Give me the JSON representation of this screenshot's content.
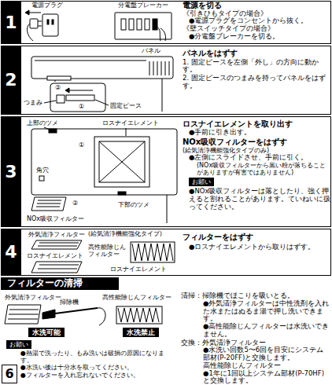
{
  "diagram": {
    "nodes": [
      {
        "text": [
          "1"
        ]
      },
      {
        "text": [
          "2"
        ]
      },
      {
        "text": [
          "3"
        ]
      },
      {
        "text": [
          "4"
        ]
      },
      {
        "text": [
          "お願い"
        ]
      },
      {
        "text": [
          "フィルターの清掃"
        ]
      },
      {
        "text": [
          "水洗可能"
        ]
      },
      {
        "text": [
          "水洗禁止"
        ]
      },
      {
        "text": [
          "お願い"
        ]
      },
      {
        "text": [
          "6"
        ]
      }
    ],
    "labels": [
      "電源プラグ",
      "分電盤ブレーカー",
      "電源を切る",
      "《引きひもタイプの場合》",
      "●電源プラグをコンセントから抜く。",
      "《壁スイッチタイプの場合》",
      "●分電盤ブレーカーを切る。",
      "パネル",
      "②",
      "①",
      "つまみ",
      "固定ピース",
      "パネルをはずす",
      "1. 固定ピースを左側「外し」の方向に動かす。",
      "2. 固定ピースのつまみを持ってパネルをはずす。",
      "上部のツメ",
      "ロスナイエレメント",
      "①",
      "角穴",
      "②",
      "下部のツメ",
      "NOx吸収フィルター",
      "ロスナイエレメントを取り出す",
      "●手前に引き出す。",
      "NOx吸収フィルターをはずす",
      "(給気清浄機能強化タイプのみ)",
      "●左側にスライドさせ、手前に引く。",
      "(NOx吸収フィルターから黒い粉が落ちることがありますが有害ではありません)",
      "●NOx吸収フィルターは落としたり、強く押えると割れることがあります。ていねいに扱ってください。",
      "外気清浄フィルター",
      "(給気清浄機能強化タイプ)",
      "ロスナイエレメント",
      "高性能除じんフィルター",
      "ロスナイエレメント",
      "フィルターをはずす",
      "●ロスナイエレメントから取りはずす。",
      "外気清浄フィルター",
      "掃除機",
      "高性能除じんフィルター",
      "●熱湯で洗ったり、もみ洗いは破損の原因になります。",
      "●水洗い後は十分水を取ってください。",
      "●フィルターを入れ忘れないでください。",
      "清掃：掃除機でほこりを吸いとる。",
      "●外気清浄フィルターは中性洗剤を入れた水またはぬるま湯で押し洗いできます。",
      "●高性能除じんフィルターは水洗いできません。",
      "交換：外気清浄フィルター",
      "●水洗い回数5〜6回を目安にシステム部材(P-20FF)と交換します。",
      "高性能除じんフィルター",
      "●1年に1回以上システム部材(P-70HF)と交換します。"
    ]
  }
}
